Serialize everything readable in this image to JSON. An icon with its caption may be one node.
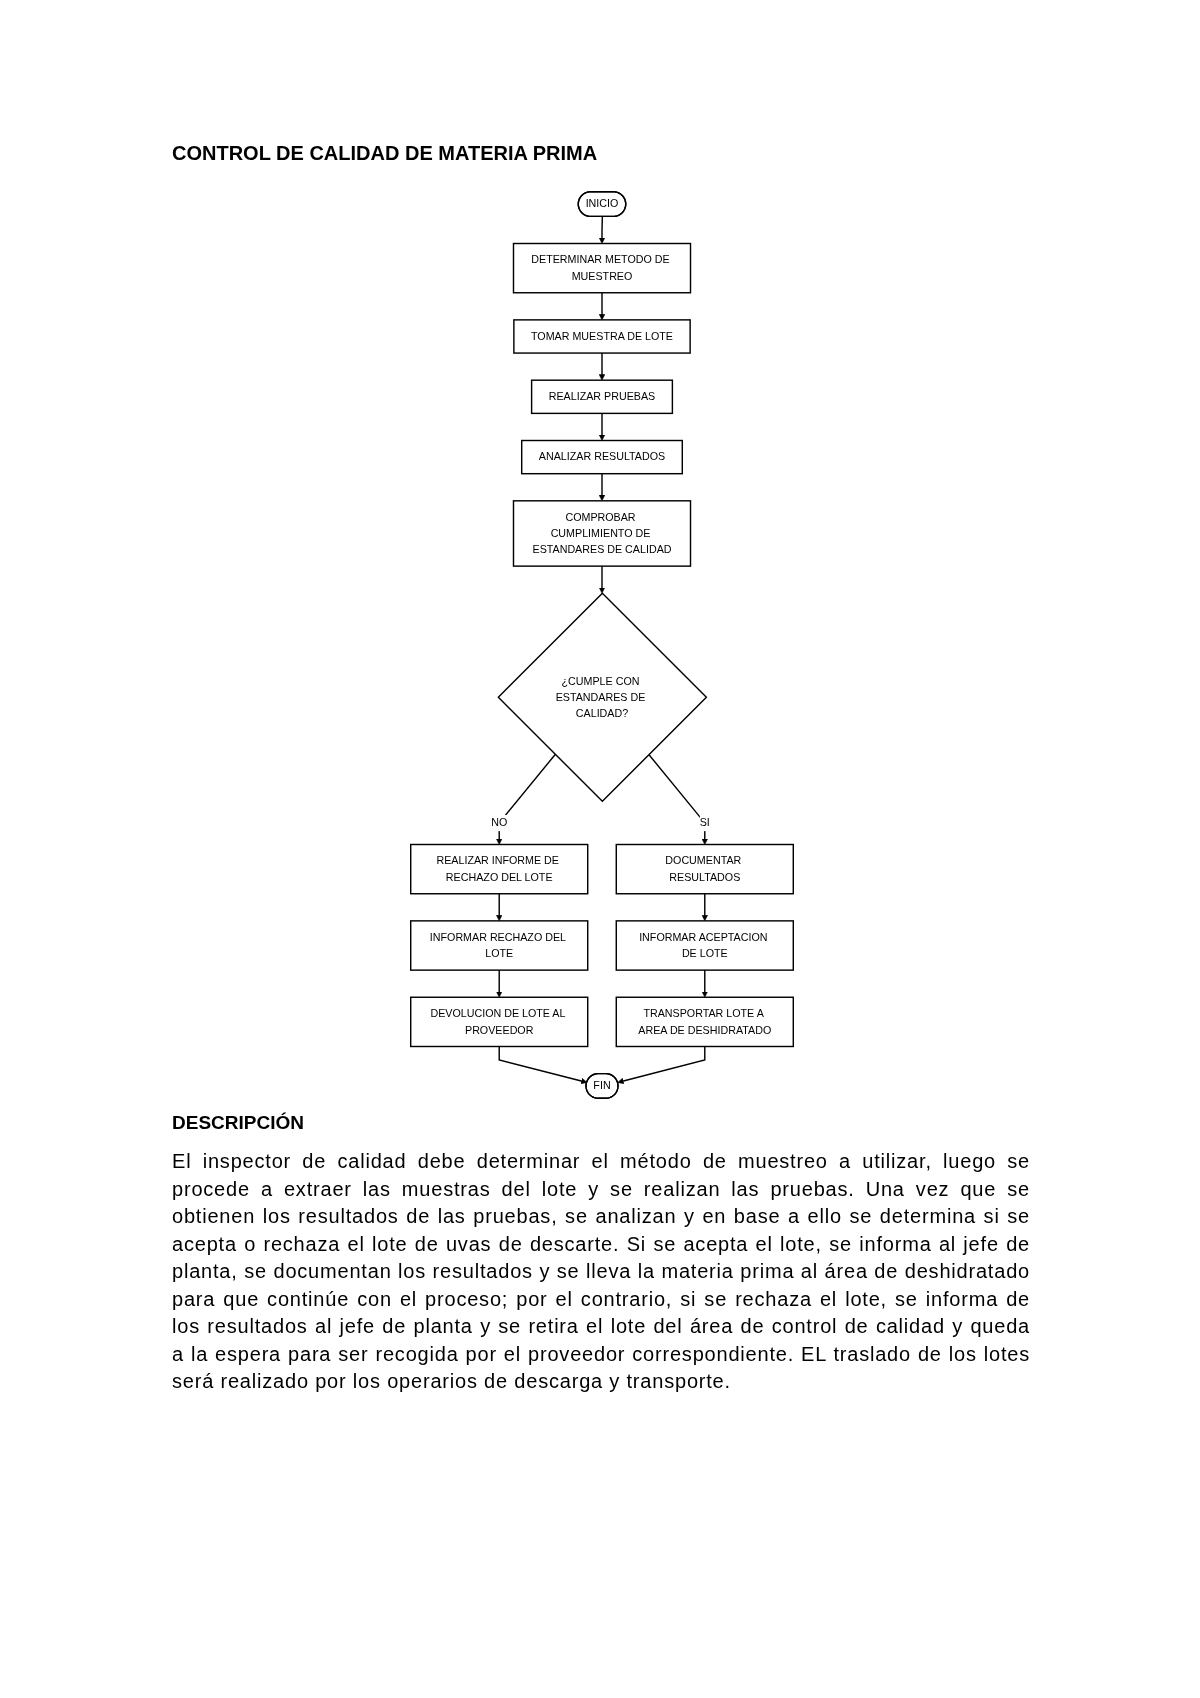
{
  "diagram": {
    "title": "CONTROL DE CALIDAD DE MATERIA PRIMA",
    "nodes": [
      {
        "text": [
          "INICIO"
        ]
      },
      {
        "text": [
          "DETERMINAR METODO DE MUESTREO"
        ]
      },
      {
        "text": [
          "TOMAR MUESTRA DE LOTE"
        ]
      },
      {
        "text": [
          "REALIZAR PRUEBAS"
        ]
      },
      {
        "text": [
          "ANALIZAR RESULTADOS"
        ]
      },
      {
        "text": [
          "COMPROBAR CUMPLIMIENTO DE ESTANDARES DE CALIDAD"
        ]
      },
      {
        "text": [
          "¿CUMPLE CON ESTANDARES DE CALIDAD?"
        ]
      },
      {
        "text": [
          "REALIZAR INFORME DE RECHAZO DEL LOTE"
        ]
      },
      {
        "text": [
          "INFORMAR RECHAZO DEL LOTE"
        ]
      },
      {
        "text": [
          "DEVOLUCION DE LOTE AL PROVEEDOR"
        ]
      },
      {
        "text": [
          "FIN"
        ]
      },
      {
        "text": [
          "DOCUMENTAR RESULTADOS"
        ]
      },
      {
        "text": [
          "INFORMAR ACEPTACION DE LOTE"
        ]
      },
      {
        "text": [
          "TRANSPORTAR LOTE A AREA DE DESHIDRATADO"
        ]
      }
    ],
    "edges": [
      {
        "from": 0,
        "to": 1,
        "arrow": "to"
      },
      {
        "from": 1,
        "to": 2,
        "arrow": "to"
      },
      {
        "from": 2,
        "to": 3,
        "arrow": "to"
      },
      {
        "from": 3,
        "to": 4,
        "arrow": "to"
      },
      {
        "from": 4,
        "to": 5,
        "arrow": "to"
      },
      {
        "from": 5,
        "to": 6,
        "arrow": "to"
      },
      {
        "from": 6,
        "to": 7,
        "arrow": "to",
        "label": "NO"
      },
      {
        "from": 7,
        "to": 8,
        "arrow": "to"
      },
      {
        "from": 8,
        "to": 9,
        "arrow": "to"
      },
      {
        "from": 9,
        "to": 10,
        "arrow": "to"
      },
      {
        "from": 6,
        "to": 11,
        "arrow": "to",
        "label": "SI"
      },
      {
        "from": 11,
        "to": 12,
        "arrow": "to"
      },
      {
        "from": 12,
        "to": 13,
        "arrow": "to"
      },
      {
        "from": 13,
        "to": 10,
        "arrow": "to"
      }
    ],
    "labels": [
      "DESCRIPCIÓN",
      "El inspector de calidad debe determinar el método de muestreo a utilizar, luego se procede a extraer las muestras del lote y se realizan las pruebas. Una vez que se obtienen los resultados de las pruebas, se analizan y en base a ello se determina si se acepta o rechaza el lote de uvas de descarte. Si se acepta el lote, se informa al jefe de planta, se documentan los resultados y se lleva la materia prima al área de deshidratado para que continúe con el proceso; por el contrario, si se rechaza el lote, se informa de los resultados al jefe de planta y se retira el lote del área de control de calidad y queda a la espera para ser recogida por el proveedor correspondiente. EL traslado de los lotes será realizado por los operarios de descarga y transporte."
    ]
  }
}
